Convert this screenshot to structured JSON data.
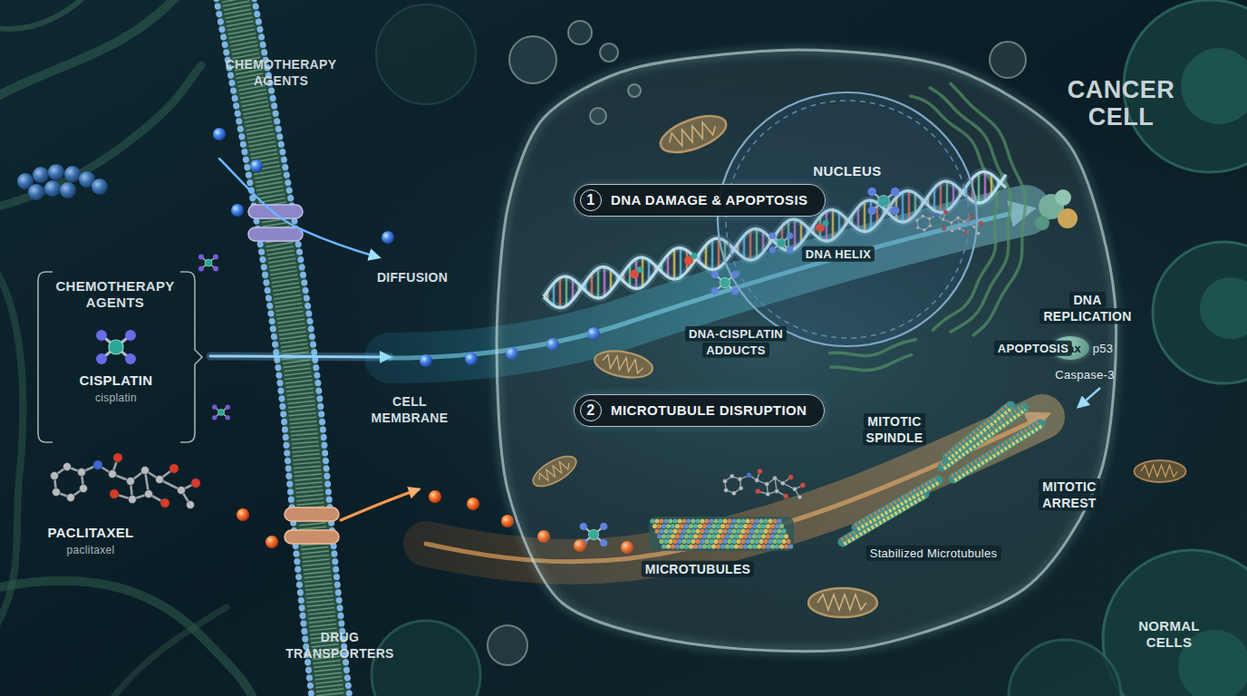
{
  "diagram": {
    "nodes": [
      {
        "text": [
          "CANCER CELL"
        ]
      },
      {
        "text": [
          "NUCLEUS"
        ],
        "in": 0
      },
      {
        "text": [
          "1",
          "DNA DAMAGE & APOPTOSIS"
        ],
        "in": 0
      },
      {
        "text": [
          "Bax"
        ],
        "in": 0
      },
      {
        "text": [
          "2",
          "MICROTUBULE DISRUPTION"
        ],
        "in": 0
      }
    ],
    "labels": [
      "CHEMOTHERAPY AGENTS",
      "DIFFUSION",
      "CHEMOTHERAPY AGENTS",
      "CISPLATIN",
      "cisplatin",
      "DNA HELIX",
      "DNA REPLICATION",
      "DNA-CISPLATIN ADDUCTS",
      "APOPTOSIS",
      "p53",
      "Caspase-3",
      "CELL MEMBRANE",
      "MITOTIC SPINDLE",
      "MITOTIC ARREST",
      "PACLITAXEL",
      "paclitaxel",
      "Stabilized Microtubules",
      "MICROTUBULES",
      "DRUG TRANSPORTERS",
      "NORMAL CELLS"
    ]
  }
}
